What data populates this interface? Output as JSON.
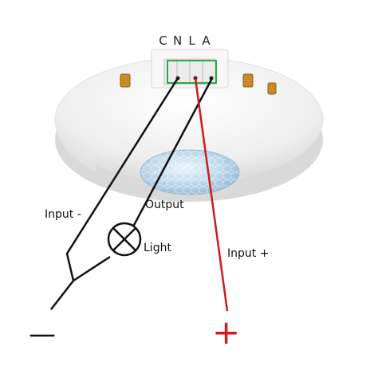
{
  "terminals": [
    "C",
    "N",
    "L",
    "A"
  ],
  "labels": {
    "input_minus": "Input -",
    "output": "Output",
    "light": "Light",
    "input_plus": "Input +"
  },
  "symbols": {
    "minus": "—",
    "plus": "+"
  },
  "colors": {
    "wire_black": "#111111",
    "wire_red": "#d11a1a",
    "terminal_highlight": "#2aa84a",
    "sensor_body": "#f2f2f2",
    "lens": "#b9d6ea"
  },
  "icons": [
    "lamp-icon",
    "motion-sensor-icon"
  ]
}
